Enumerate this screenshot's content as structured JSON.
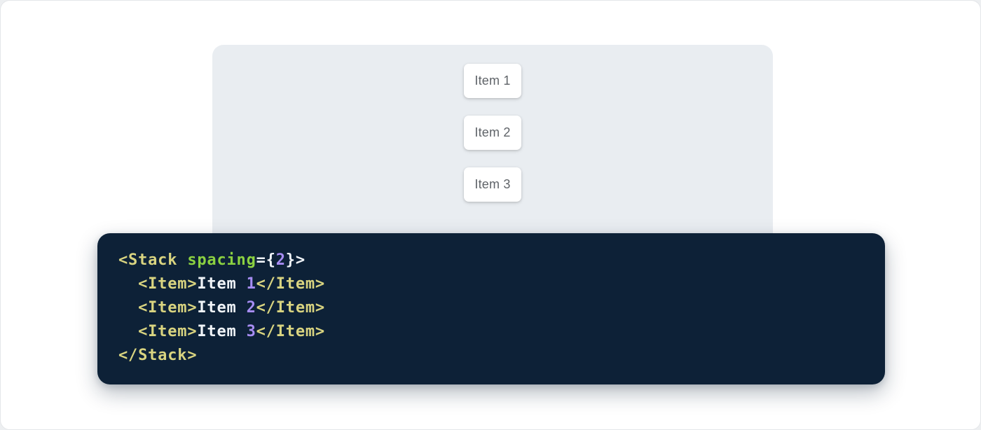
{
  "theme": {
    "page_bg": "#edeff1",
    "surface_bg": "#ffffff",
    "surface_border": "#e4e6e9",
    "panel_bg": "#e9edf1",
    "card_bg": "#ffffff",
    "card_text": "#5f6368",
    "code_bg": "#0d2137",
    "code_tag": "#d9d480",
    "code_attr": "#8bd141",
    "code_number": "#a78df3",
    "code_plain": "#f0f4f8"
  },
  "demo": {
    "items": [
      {
        "label": "Item 1"
      },
      {
        "label": "Item 2"
      },
      {
        "label": "Item 3"
      }
    ]
  },
  "code": {
    "language": "jsx",
    "source": "<Stack spacing={2}>\n  <Item>Item 1</Item>\n  <Item>Item 2</Item>\n  <Item>Item 3</Item>\n</Stack>",
    "lines": [
      {
        "tokens": [
          {
            "text": "<Stack ",
            "color": "tag"
          },
          {
            "text": "spacing",
            "color": "attr"
          },
          {
            "text": "=",
            "color": "plain"
          },
          {
            "text": "{",
            "color": "plain"
          },
          {
            "text": "2",
            "color": "number"
          },
          {
            "text": "}>",
            "color": "plain"
          }
        ]
      },
      {
        "tokens": [
          {
            "text": "  ",
            "color": "plain"
          },
          {
            "text": "<Item>",
            "color": "tag"
          },
          {
            "text": "Item ",
            "color": "plain"
          },
          {
            "text": "1",
            "color": "number"
          },
          {
            "text": "</Item>",
            "color": "tag"
          }
        ]
      },
      {
        "tokens": [
          {
            "text": "  ",
            "color": "plain"
          },
          {
            "text": "<Item>",
            "color": "tag"
          },
          {
            "text": "Item ",
            "color": "plain"
          },
          {
            "text": "2",
            "color": "number"
          },
          {
            "text": "</Item>",
            "color": "tag"
          }
        ]
      },
      {
        "tokens": [
          {
            "text": "  ",
            "color": "plain"
          },
          {
            "text": "<Item>",
            "color": "tag"
          },
          {
            "text": "Item ",
            "color": "plain"
          },
          {
            "text": "3",
            "color": "number"
          },
          {
            "text": "</Item>",
            "color": "tag"
          }
        ]
      },
      {
        "tokens": [
          {
            "text": "</Stack>",
            "color": "tag"
          }
        ]
      }
    ]
  }
}
